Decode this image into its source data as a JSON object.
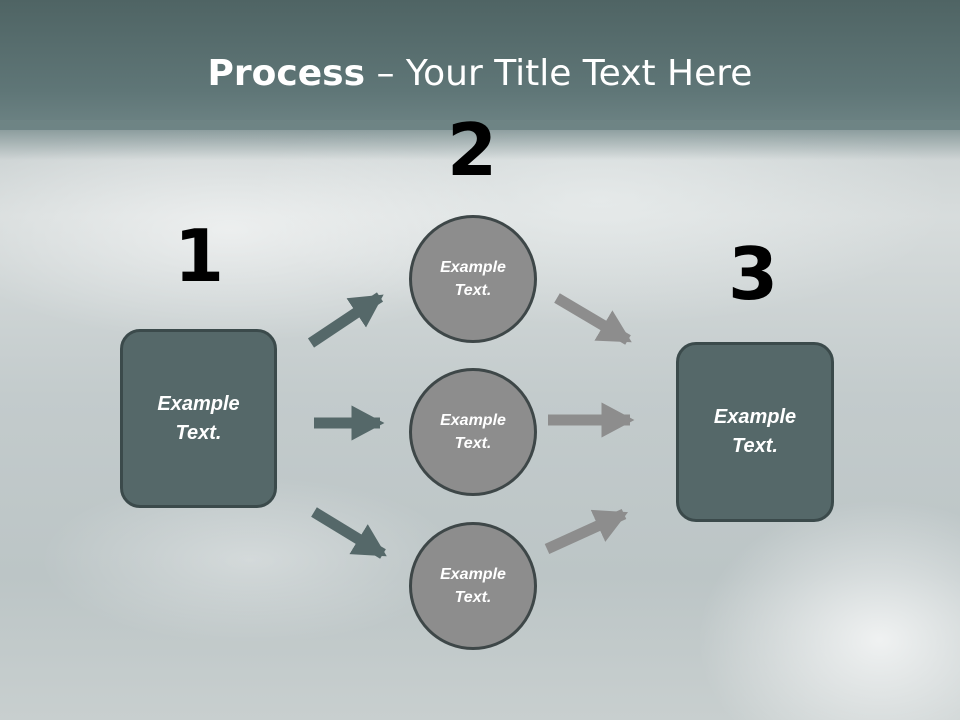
{
  "title": {
    "bold": "Process",
    "rest": " – Your Title Text Here"
  },
  "steps": [
    {
      "number": "1",
      "text": "Example Text."
    },
    {
      "number": "2",
      "text": "Example Text."
    },
    {
      "number": "3",
      "text": "Example Text."
    }
  ],
  "circles": [
    {
      "text": "Example Text."
    },
    {
      "text": "Example Text."
    },
    {
      "text": "Example Text."
    }
  ],
  "colors": {
    "header": "#5f7677",
    "box_fill": "#556869",
    "circle_fill": "#8d8d8d",
    "arrow_dark": "#556869",
    "arrow_light": "#8d8d8d"
  }
}
